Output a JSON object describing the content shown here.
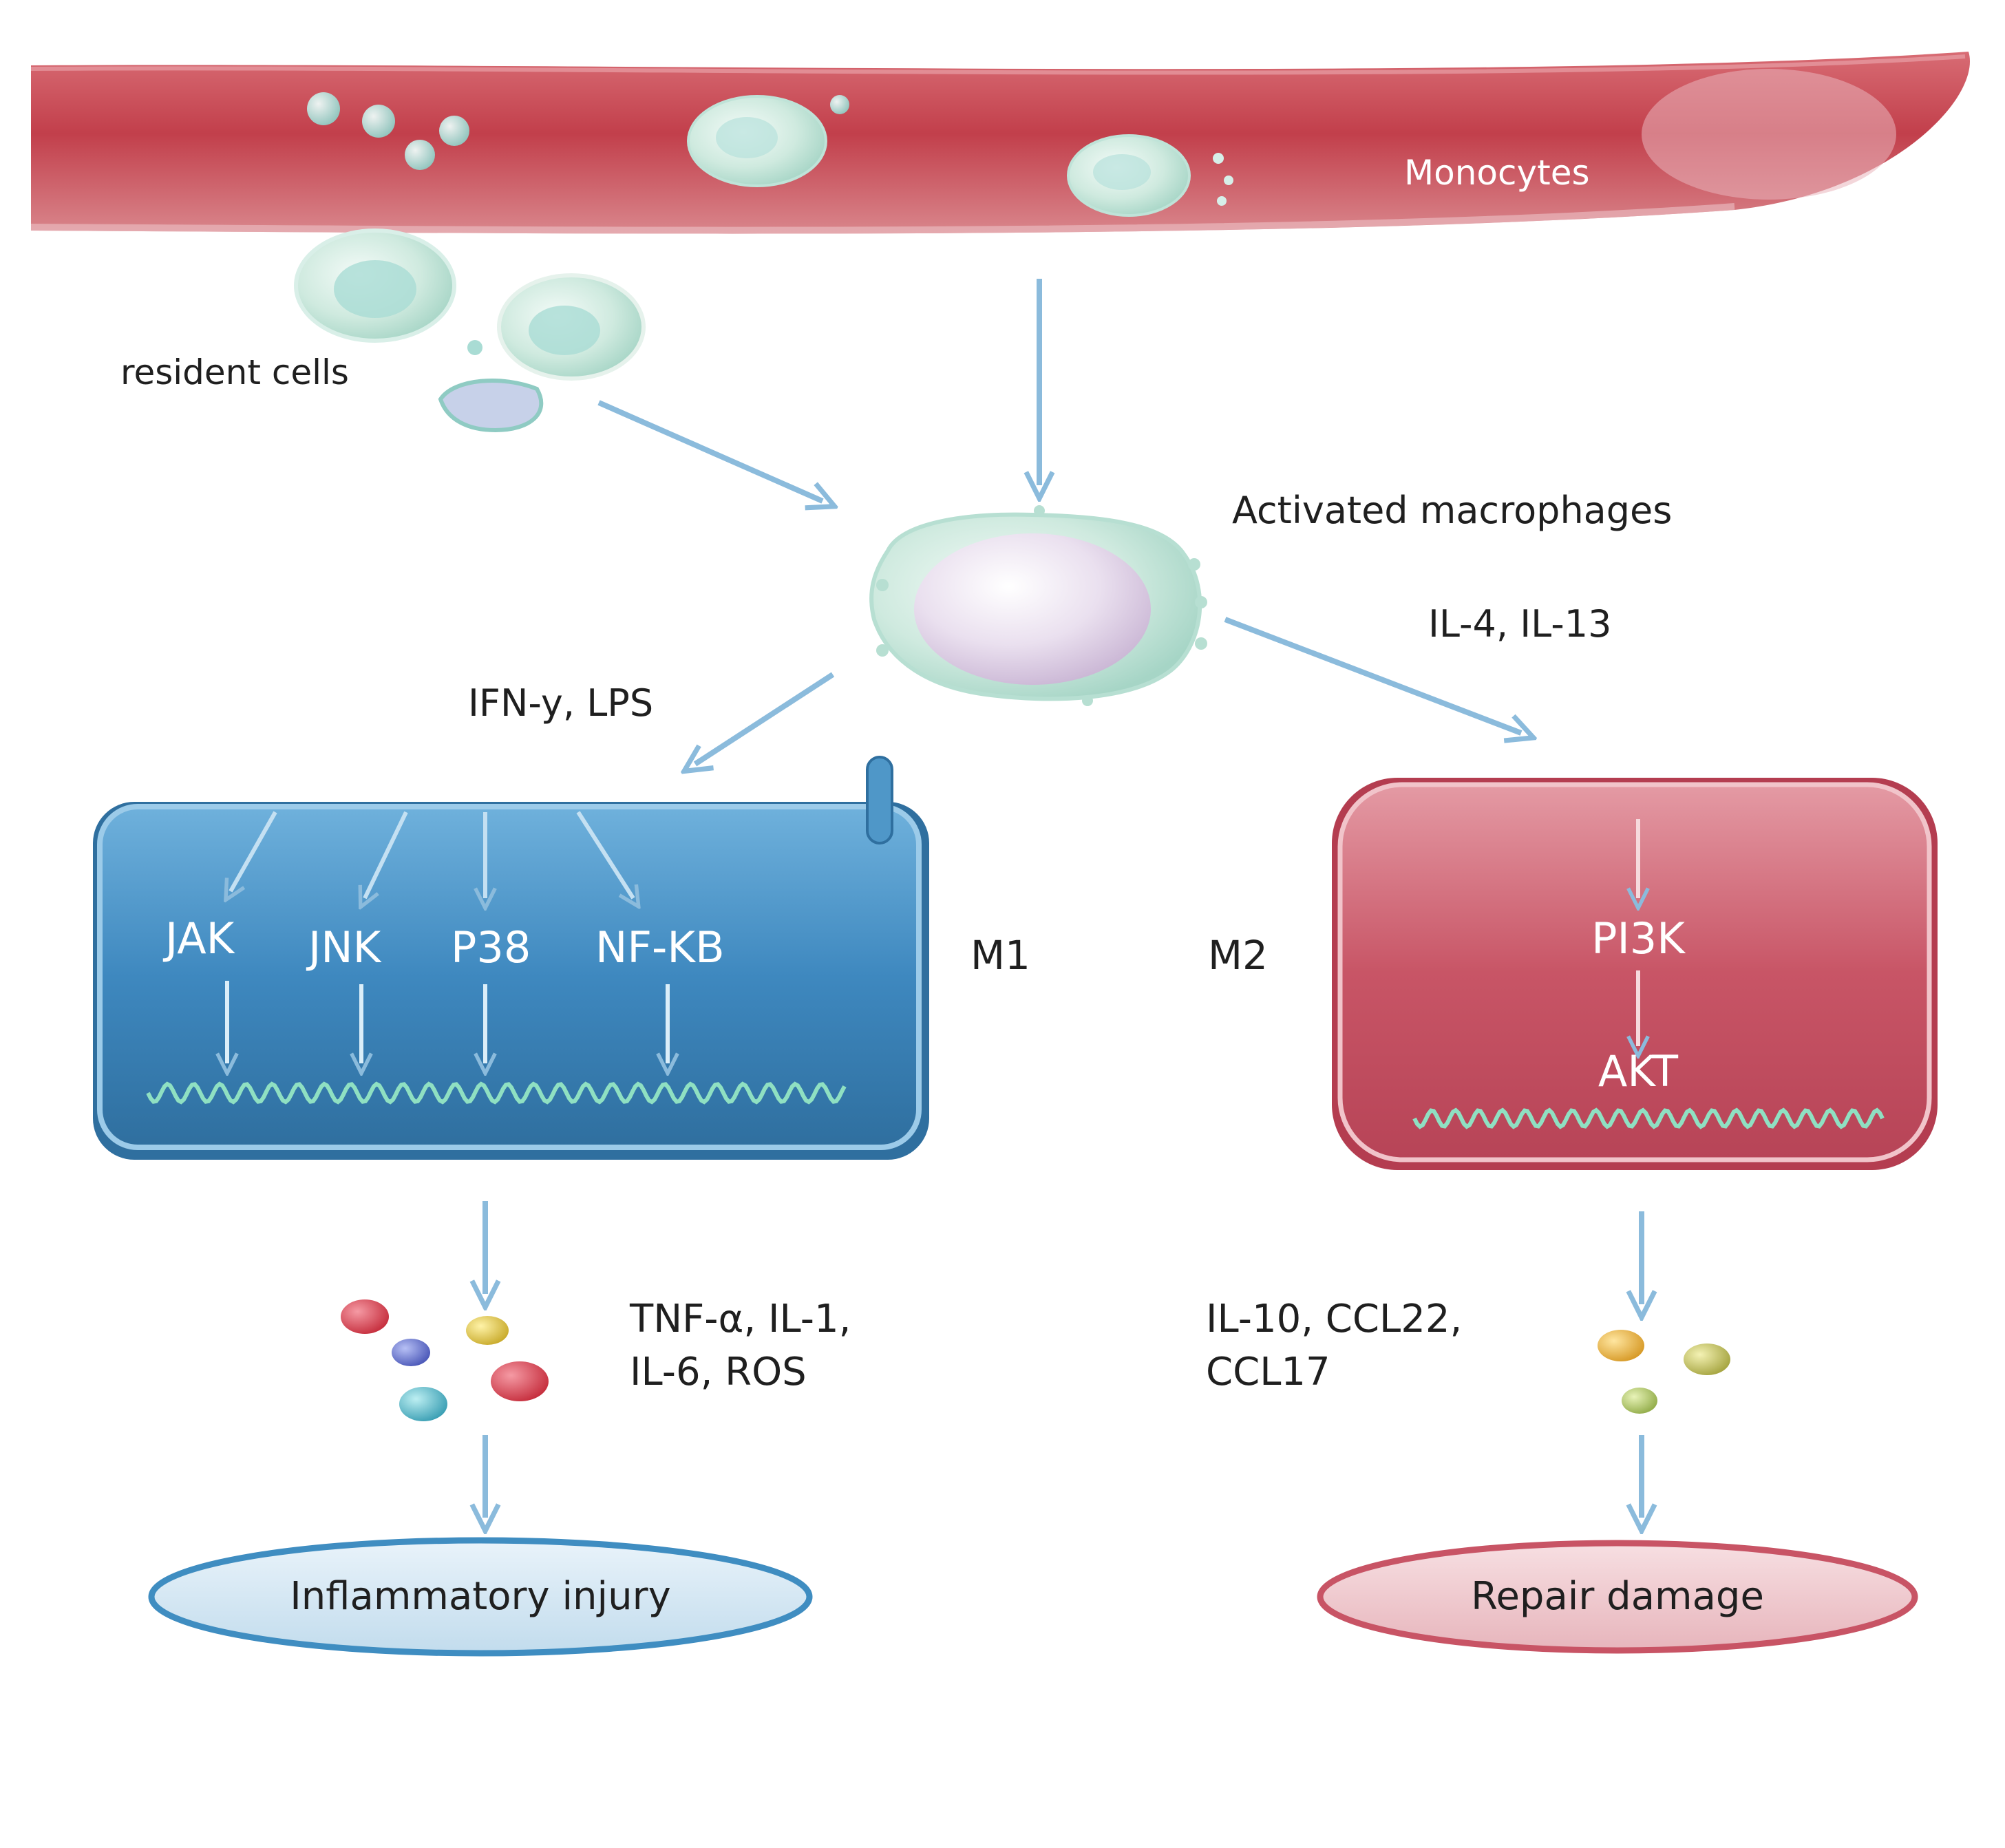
{
  "labels": {
    "monocytes": "Monocytes",
    "resident_cells": "resident cells",
    "activated_macrophages": "Activated macrophages",
    "m1_stimuli": "IFN-y, LPS",
    "m2_stimuli": "IL-4, IL-13",
    "m1": "M1",
    "m2": "M2"
  },
  "m1_pathway": {
    "jak": "JAK",
    "jnk": "JNK",
    "p38": "P38",
    "nfkb": "NF-KB"
  },
  "m2_pathway": {
    "pi3k": "PI3K",
    "akt": "AKT"
  },
  "m1_outputs": {
    "line1": "TNF-α, IL-1,",
    "line2": "IL-6, ROS"
  },
  "m2_outputs": {
    "line1": "IL-10, CCL22,",
    "line2": "CCL17"
  },
  "outcomes": {
    "m1": "Inflammatory injury",
    "m2": "Repair damage"
  },
  "colors": {
    "vessel": "#c8444f",
    "arrow": "#8bbbdc",
    "m1_cell": "#3f8dc1",
    "m2_cell": "#c85465",
    "macrophage": "#cfeadf"
  }
}
